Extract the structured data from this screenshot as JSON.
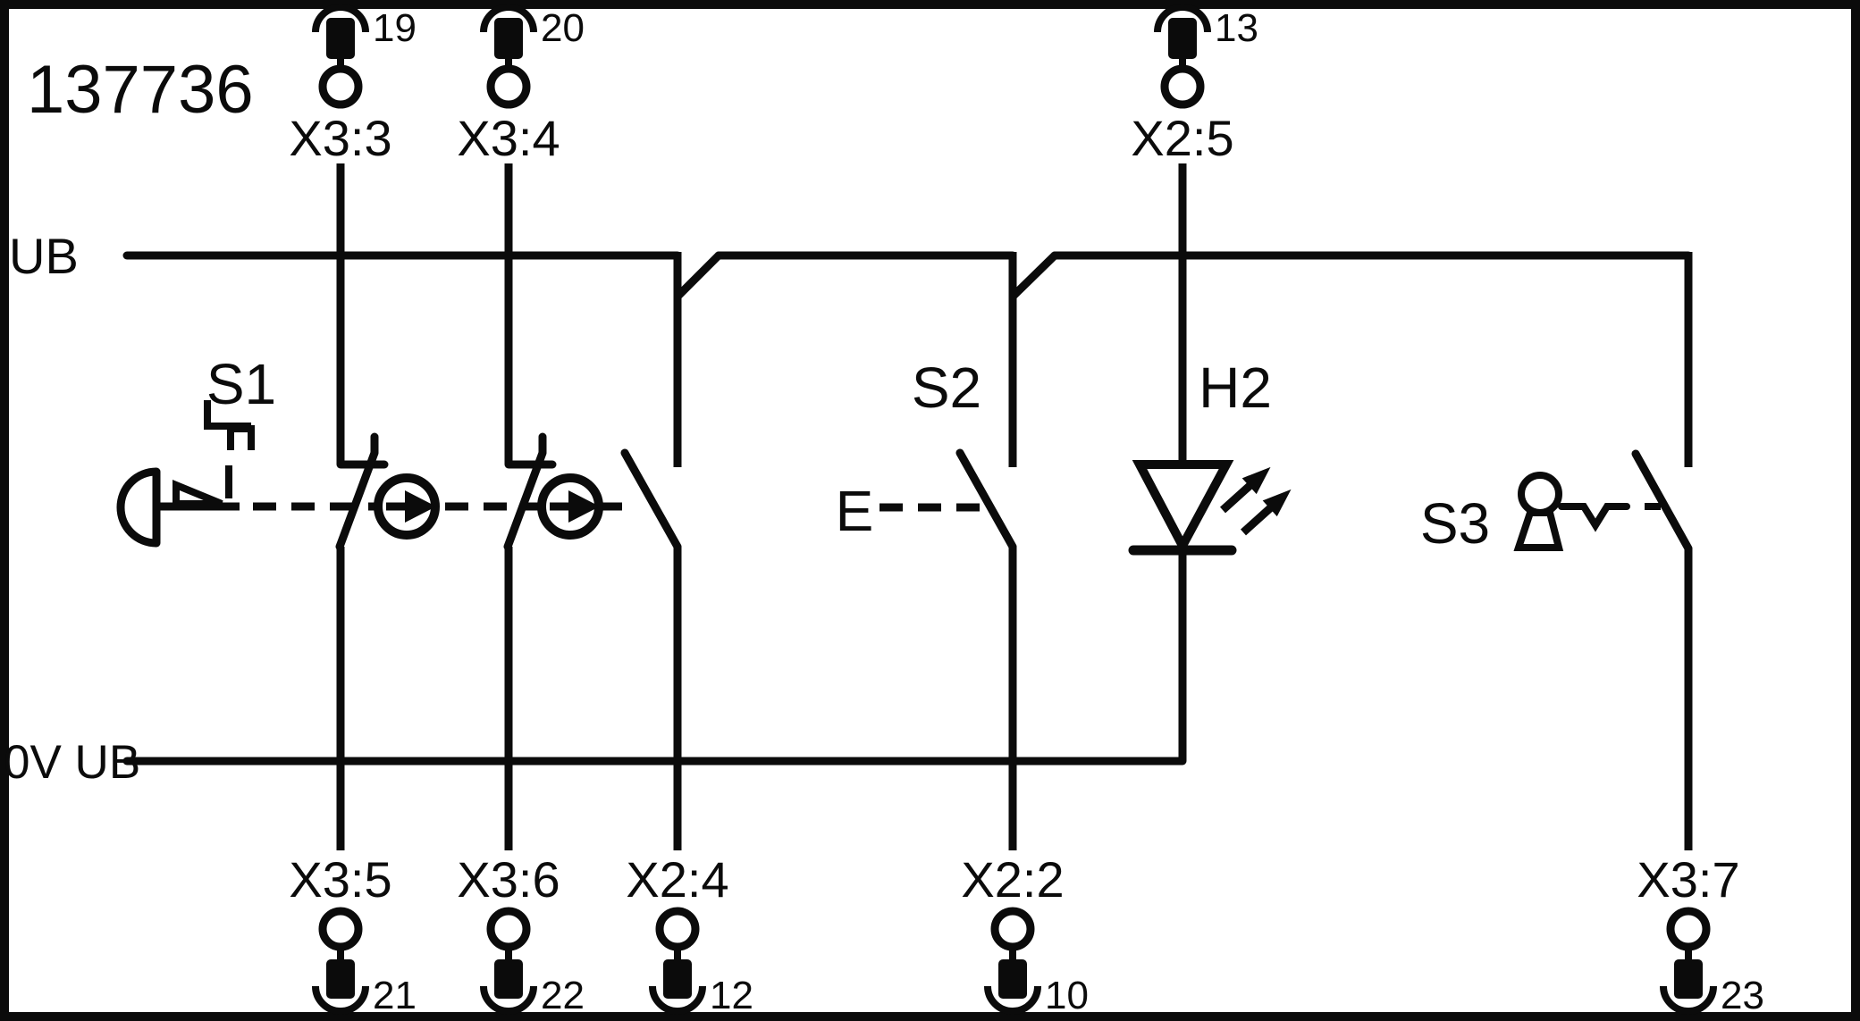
{
  "title": "137736",
  "power_rails": {
    "top_label": "UB",
    "bottom_label": "0V UB"
  },
  "components": {
    "s1_label": "S1",
    "s2_label": "S2",
    "s2_actuator_label": "E",
    "h2_label": "H2",
    "s3_label": "S3"
  },
  "top_terminals": [
    {
      "label": "X3:3",
      "pin": "19"
    },
    {
      "label": "X3:4",
      "pin": "20"
    },
    {
      "label": "X2:5",
      "pin": "13"
    }
  ],
  "bottom_terminals": [
    {
      "label": "X3:5",
      "pin": "21"
    },
    {
      "label": "X3:6",
      "pin": "22"
    },
    {
      "label": "X2:4",
      "pin": "12"
    },
    {
      "label": "X2:2",
      "pin": "10"
    },
    {
      "label": "X3:7",
      "pin": "23"
    }
  ]
}
